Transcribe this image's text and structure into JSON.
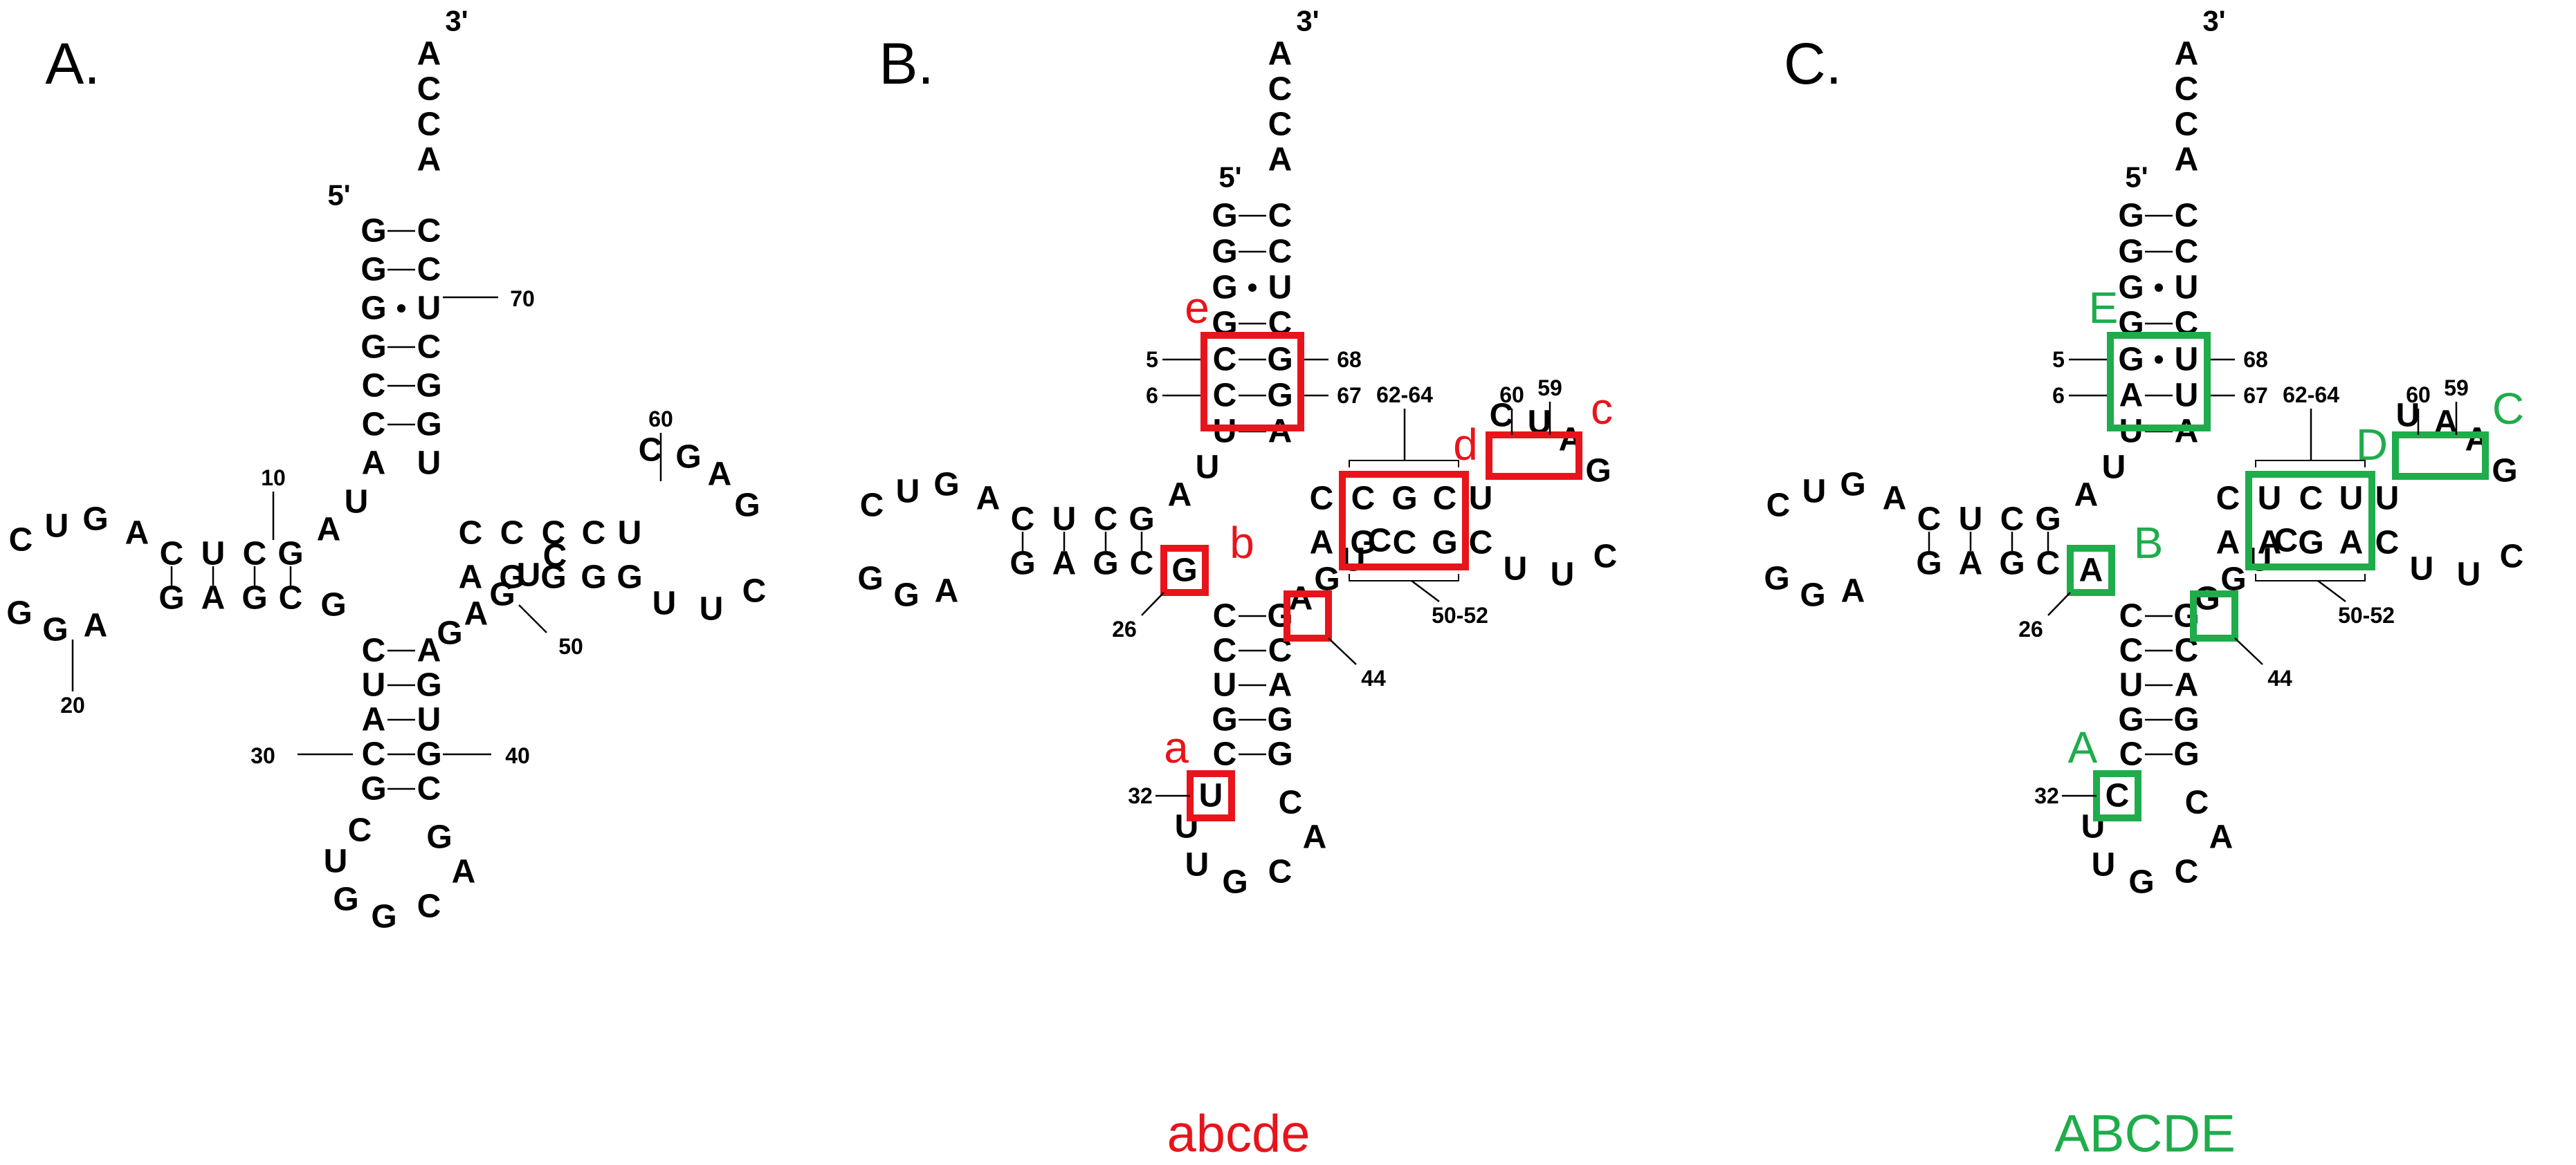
{
  "colors": {
    "nucleotide": "#000000",
    "panel_b_highlight": "#e8141b",
    "panel_c_highlight": "#1fac4b"
  },
  "panels": [
    {
      "id": "A",
      "label": "A.",
      "ends": {
        "five": "5'",
        "three": "3'"
      },
      "sequence": {
        "acceptor_5": [
          "G",
          "G",
          "G",
          "G",
          "C",
          "C",
          "A"
        ],
        "acceptor_3": [
          "A",
          "C",
          "C",
          "A",
          "C",
          "C",
          "U",
          "C",
          "G",
          "G",
          "U"
        ],
        "wobble_pair_index": 2,
        "j_8_9": [
          "U",
          "A"
        ],
        "d_stem_5": [
          "G",
          "C",
          "U",
          "C"
        ],
        "d_loop": [
          "A",
          "G",
          "U",
          "C",
          "G",
          "G",
          "A"
        ],
        "d_stem_3": [
          "G",
          "A",
          "G",
          "C"
        ],
        "j_26": "G",
        "ac_stem_5": [
          "C",
          "U",
          "A",
          "C",
          "G"
        ],
        "ac_loop": [
          "C",
          "U",
          "G",
          "G",
          "C",
          "A",
          "G"
        ],
        "ac_stem_3": [
          "C",
          "G",
          "U",
          "G",
          "A"
        ],
        "variable": [
          "G",
          "A",
          "G",
          "U",
          "C"
        ],
        "t_stem_5": [
          "A",
          "G",
          "G",
          "G",
          "G"
        ],
        "t_loop": [
          "U",
          "U",
          "C",
          "G",
          "A",
          "G",
          "C"
        ],
        "t_stem_3": [
          "C",
          "C",
          "C",
          "C",
          "U"
        ]
      },
      "numbers": [
        "10",
        "20",
        "30",
        "40",
        "50",
        "60",
        "70"
      ],
      "box_labels": [],
      "caption": ""
    },
    {
      "id": "B",
      "label": "B.",
      "ends": {
        "five": "5'",
        "three": "3'"
      },
      "sequence": {
        "acceptor_5": [
          "G",
          "G",
          "G",
          "G",
          "C",
          "C",
          "U"
        ],
        "acceptor_3": [
          "A",
          "C",
          "C",
          "A",
          "C",
          "C",
          "U",
          "C",
          "G",
          "G",
          "A"
        ],
        "wobble_pair_index": 2,
        "j_8_9": [
          "U",
          "A"
        ],
        "d_stem_5": [
          "G",
          "C",
          "U",
          "C"
        ],
        "d_loop": [
          "A",
          "G",
          "U",
          "C",
          "G",
          "G",
          "A"
        ],
        "d_stem_3": [
          "G",
          "A",
          "G",
          "C"
        ],
        "j_26": "G",
        "ac_stem_5": [
          "C",
          "C",
          "U",
          "G",
          "C"
        ],
        "ac_loop": [
          "U",
          "U",
          "U",
          "G",
          "C",
          "A",
          "C"
        ],
        "ac_stem_3": [
          "G",
          "G",
          "A",
          "C",
          "G"
        ],
        "variable": [
          "A",
          "G",
          "U",
          "C"
        ],
        "t_stem_5": [
          "A",
          "G",
          "C",
          "G",
          "C"
        ],
        "t_loop": [
          "U",
          "U",
          "C",
          "G",
          "A",
          "U",
          "C"
        ],
        "t_stem_3": [
          "C",
          "C",
          "G",
          "C",
          "U"
        ]
      },
      "numbers": [
        "5",
        "6",
        "68",
        "67",
        "62-64",
        "60",
        "59",
        "50-52",
        "26",
        "44",
        "32"
      ],
      "box_labels": [
        "a",
        "b",
        "c",
        "d",
        "e"
      ],
      "caption": "abcde"
    },
    {
      "id": "C",
      "label": "C.",
      "ends": {
        "five": "5'",
        "three": "3'"
      },
      "sequence": {
        "acceptor_5": [
          "G",
          "G",
          "G",
          "G",
          "G",
          "A",
          "U"
        ],
        "acceptor_3": [
          "A",
          "C",
          "C",
          "A",
          "C",
          "C",
          "U",
          "C",
          "U",
          "U",
          "A"
        ],
        "wobble_pairs": [
          2,
          4
        ],
        "j_8_9": [
          "U",
          "A"
        ],
        "d_stem_5": [
          "G",
          "C",
          "U",
          "C"
        ],
        "d_loop": [
          "A",
          "G",
          "U",
          "C",
          "G",
          "G",
          "A"
        ],
        "d_stem_3": [
          "G",
          "A",
          "G",
          "C"
        ],
        "j_26": "A",
        "ac_stem_5": [
          "C",
          "C",
          "U",
          "G",
          "C"
        ],
        "ac_loop": [
          "C",
          "U",
          "U",
          "G",
          "C",
          "A",
          "C"
        ],
        "ac_stem_3": [
          "G",
          "G",
          "A",
          "C",
          "G"
        ],
        "variable": [
          "G",
          "G",
          "U",
          "C"
        ],
        "t_stem_5": [
          "A",
          "A",
          "G",
          "A",
          "C"
        ],
        "t_loop": [
          "U",
          "U",
          "C",
          "G",
          "A",
          "A",
          "U"
        ],
        "t_stem_3": [
          "C",
          "U",
          "C",
          "U",
          "U"
        ]
      },
      "numbers": [
        "5",
        "6",
        "68",
        "67",
        "62-64",
        "60",
        "59",
        "50-52",
        "26",
        "44",
        "32"
      ],
      "box_labels": [
        "A",
        "B",
        "C",
        "D",
        "E"
      ],
      "caption": "ABCDE"
    }
  ]
}
